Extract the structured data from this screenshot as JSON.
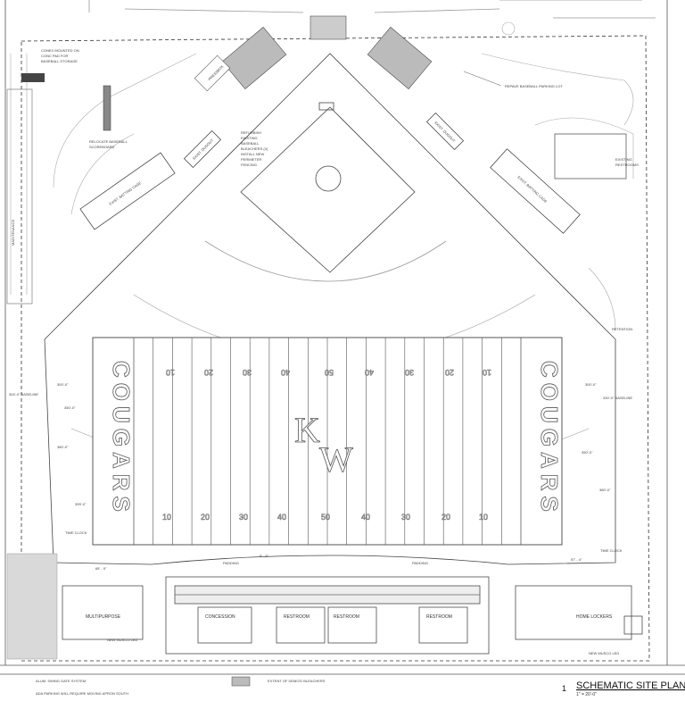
{
  "labels": {
    "conex": [
      "CONEX MOUNTED ON",
      "CONC PAD FOR",
      "BASEBALL STORAGE"
    ],
    "maintenance": "MAINTENANCE",
    "relocate_scoreboard": [
      "RELOCATE BASEBALL",
      "SCOREBOARD"
    ],
    "exist_batting_cage": "EXIST. BATTING CAGE",
    "exist_dugout": "EXIST. DUGOUT",
    "pressbox": "PRESSBOX",
    "refurbish": [
      "REFURBISH",
      "EXISTING",
      "BASEBALL",
      "BLEACHERS (3)",
      "INSTALL NEW",
      "PERIMETER",
      "FENCING"
    ],
    "repave": "REPAVE BASEBALL PARKING LOT",
    "existing_restrooms": [
      "EXISTING",
      "RESTROOMS"
    ],
    "retention": "RETENTION",
    "time_clock": "TIME CLOCK",
    "padding": "PADDING",
    "multipurpose": "MULTIPURPOSE",
    "concession": "CONCESSION",
    "restroom": "RESTROOM",
    "home_lockers": "HOME LOCKERS",
    "new_musco_led": "NEW MUSCO LED",
    "alum_swing_gate": "ALUM. SWING GATE SYSTEM",
    "ada_parking": "ADA PARKING WILL REQUIRE MOVING APRON SOUTH",
    "extent_demo": "EXTENT OF DEMO'D BLEACHERS",
    "baseline_left": "304'-0\" BASELINE",
    "baseline_right": "330'-0\" BASELINE",
    "dim_left": [
      "300'-0\"",
      "350'-0\"",
      "380'-0\"",
      "399'-0\""
    ],
    "dim_right": [
      "300'-0\"",
      "350'-0\"",
      "380'-0\""
    ],
    "dim_padding": "5' - 6\"",
    "dim_bottom": [
      "65' - 9\"",
      "57' - 4\""
    ]
  },
  "field": {
    "endzone_text": "COUGARS",
    "logo_top": "K",
    "logo_bottom": "W",
    "yard_numbers_top": [
      "10",
      "20",
      "30",
      "40",
      "50",
      "40",
      "30",
      "20",
      "10"
    ],
    "yard_numbers_bottom": [
      "10",
      "20",
      "30",
      "40",
      "50",
      "40",
      "30",
      "20",
      "10"
    ]
  },
  "title_block": {
    "number": "1",
    "title": "SCHEMATIC SITE PLAN",
    "scale": "1\" = 20'-0\""
  }
}
